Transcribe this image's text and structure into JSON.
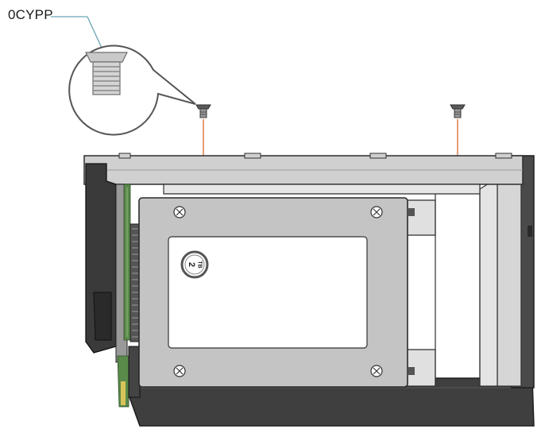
{
  "callout": {
    "part_number": "0CYPP"
  },
  "drive": {
    "capacity_number": "2",
    "capacity_unit": "TB"
  },
  "colors": {
    "screw_guide_line": "#e07a4a",
    "leader_line": "#6aa3b5",
    "carrier_gray": "#cfcfcf",
    "drive_gray": "#c8c8c8",
    "dark_frame": "#3a3a3a",
    "circuit_green": "#5a8a4a"
  },
  "icons": [
    "countersunk-screw-icon",
    "capacity-badge-icon"
  ]
}
